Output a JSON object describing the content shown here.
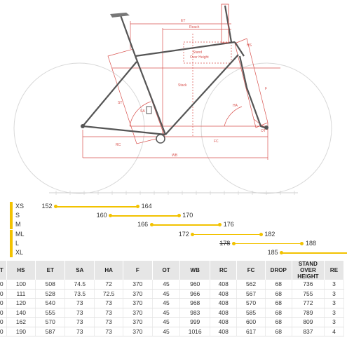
{
  "diagram": {
    "labels": {
      "et": "ET",
      "reach": "Reach",
      "stand_over": [
        "Stand",
        "Over Height"
      ],
      "hs": "HS",
      "stack": "Stack",
      "st": "ST",
      "sa": "SA",
      "ha": "HA",
      "f": "F",
      "rc": "RC",
      "fc": "FC",
      "wb": "WB",
      "ot": "OT"
    }
  },
  "size_chart": {
    "rows": [
      {
        "size": "XS",
        "min": "152",
        "max": "164",
        "min_struck": false,
        "min_value": 152,
        "max_value": 164
      },
      {
        "size": "S",
        "min": "160",
        "max": "170",
        "min_struck": false,
        "min_value": 160,
        "max_value": 170
      },
      {
        "size": "M",
        "min": "166",
        "max": "176",
        "min_struck": false,
        "min_value": 166,
        "max_value": 176
      },
      {
        "size": "ML",
        "min": "172",
        "max": "182",
        "min_struck": false,
        "min_value": 172,
        "max_value": 182
      },
      {
        "size": "L",
        "min": "178",
        "max": "188",
        "min_struck": true,
        "min_value": 178,
        "max_value": 188
      },
      {
        "size": "XL",
        "min": "185",
        "max": "",
        "min_struck": false,
        "min_value": 185,
        "max_value": 195
      }
    ]
  },
  "geometry_table": {
    "columns": [
      "T",
      "HS",
      "ET",
      "SA",
      "HA",
      "F",
      "OT",
      "WB",
      "RC",
      "FC",
      "DROP",
      "STAND OVER HEIGHT",
      "RE"
    ],
    "rows": [
      [
        "0",
        "100",
        "508",
        "74.5",
        "72",
        "370",
        "45",
        "960",
        "408",
        "562",
        "68",
        "736",
        "3"
      ],
      [
        "0",
        "111",
        "528",
        "73.5",
        "72.5",
        "370",
        "45",
        "966",
        "408",
        "567",
        "68",
        "755",
        "3"
      ],
      [
        "0",
        "120",
        "540",
        "73",
        "73",
        "370",
        "45",
        "968",
        "408",
        "570",
        "68",
        "772",
        "3"
      ],
      [
        "0",
        "140",
        "555",
        "73",
        "73",
        "370",
        "45",
        "983",
        "408",
        "585",
        "68",
        "789",
        "3"
      ],
      [
        "0",
        "162",
        "570",
        "73",
        "73",
        "370",
        "45",
        "999",
        "408",
        "600",
        "68",
        "809",
        "3"
      ],
      [
        "0",
        "190",
        "587",
        "73",
        "73",
        "370",
        "45",
        "1016",
        "408",
        "617",
        "68",
        "837",
        "4"
      ]
    ]
  }
}
